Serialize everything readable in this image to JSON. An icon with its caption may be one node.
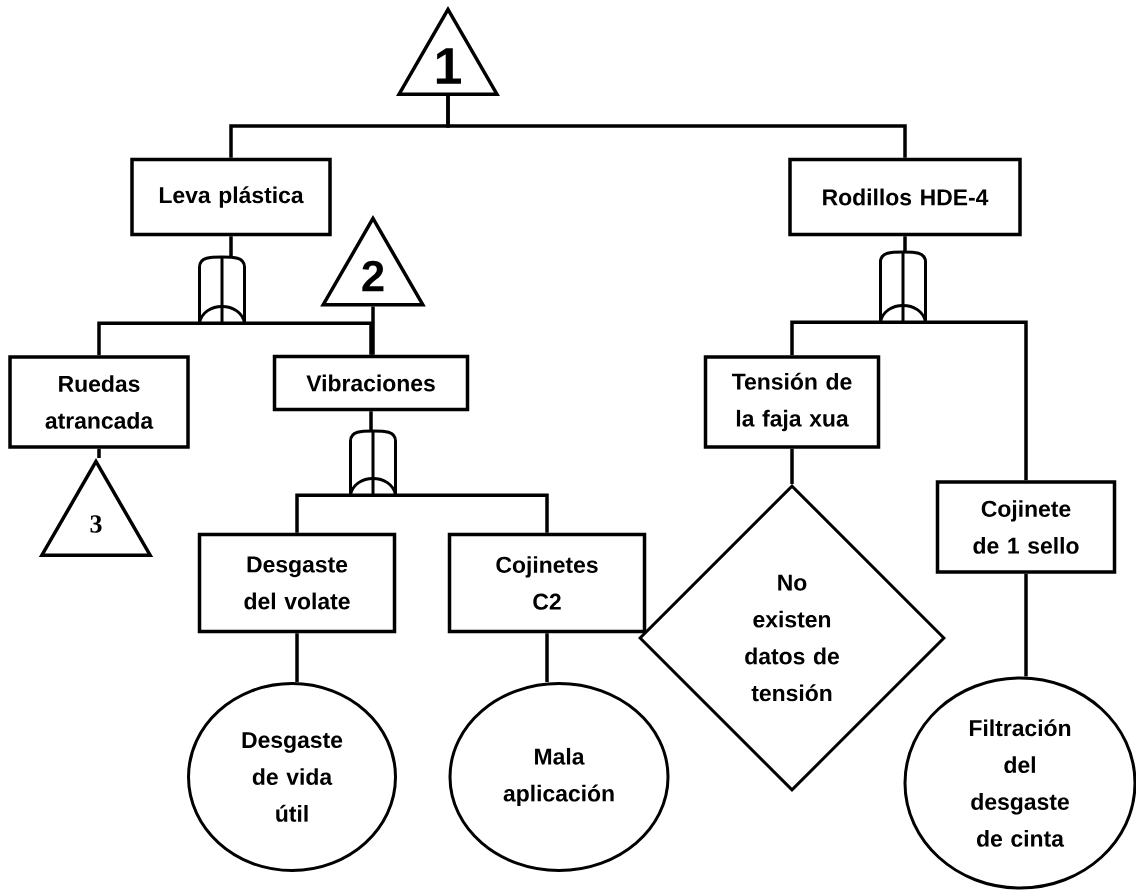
{
  "diagram": {
    "nodes": [
      {
        "text": [
          "1"
        ]
      },
      {
        "text": [
          "Leva plástica"
        ]
      },
      {
        "text": [
          "Rodillos HDE-4"
        ]
      },
      {
        "text": [],
        "shape": "gate"
      },
      {
        "text": [
          "2"
        ]
      },
      {
        "text": [
          "Ruedas atrancada"
        ]
      },
      {
        "text": [
          "Vibraciones"
        ]
      },
      {
        "text": [
          "3"
        ]
      },
      {
        "text": [],
        "shape": "gate"
      },
      {
        "text": [],
        "shape": "gate"
      },
      {
        "text": [
          "Tensión de la faja xua"
        ]
      },
      {
        "text": [
          "Cojinete de 1 sello"
        ]
      },
      {
        "text": [
          "Desgaste del volate"
        ]
      },
      {
        "text": [
          "Cojinetes C2"
        ]
      },
      {
        "text": [
          "No existen datos de tensión"
        ]
      },
      {
        "text": [
          "Desgaste de vida útil"
        ]
      },
      {
        "text": [
          "Mala aplicación"
        ]
      },
      {
        "text": [
          "Filtración del desgaste de cinta"
        ]
      }
    ],
    "edges": [
      {
        "from": 0,
        "to": 1,
        "arrow": "none"
      },
      {
        "from": 0,
        "to": 2,
        "arrow": "none"
      },
      {
        "from": 1,
        "to": 3,
        "arrow": "none"
      },
      {
        "from": 3,
        "to": 5,
        "arrow": "none"
      },
      {
        "from": 3,
        "to": 6,
        "arrow": "none"
      },
      {
        "from": 4,
        "to": 6,
        "arrow": "none"
      },
      {
        "from": 5,
        "to": 7,
        "arrow": "none"
      },
      {
        "from": 6,
        "to": 8,
        "arrow": "none"
      },
      {
        "from": 8,
        "to": 12,
        "arrow": "none"
      },
      {
        "from": 8,
        "to": 13,
        "arrow": "none"
      },
      {
        "from": 12,
        "to": 15,
        "arrow": "none"
      },
      {
        "from": 13,
        "to": 16,
        "arrow": "none"
      },
      {
        "from": 2,
        "to": 9,
        "arrow": "none"
      },
      {
        "from": 9,
        "to": 10,
        "arrow": "none"
      },
      {
        "from": 9,
        "to": 11,
        "arrow": "none"
      },
      {
        "from": 10,
        "to": 14,
        "arrow": "none"
      },
      {
        "from": 11,
        "to": 17,
        "arrow": "none"
      }
    ]
  }
}
